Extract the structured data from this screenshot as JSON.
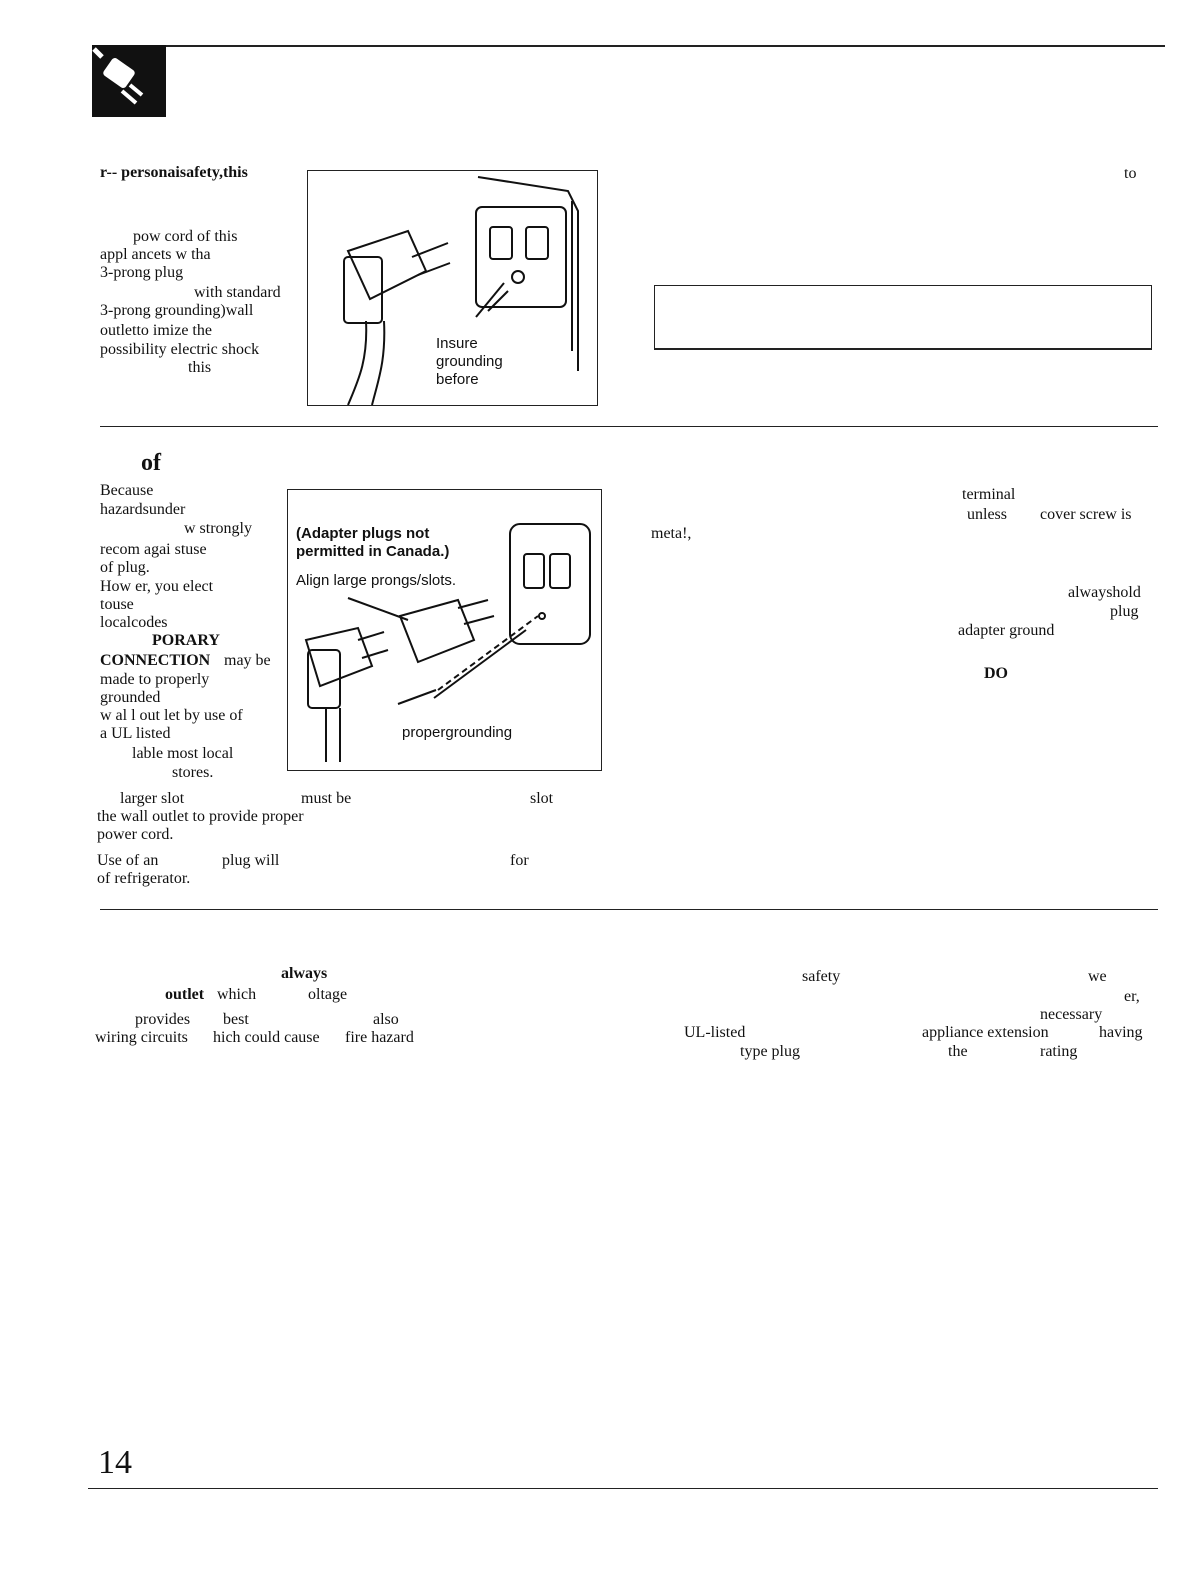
{
  "header": {
    "icon": "plug-icon",
    "rule_color": "#222222"
  },
  "section1": {
    "left_fragments": [
      "r-- personaisafety,this",
      "pow cord of this",
      "appl ancets w tha",
      "3-prong plug",
      "with standard",
      "3-prong grounding)wall",
      "outletto imize the",
      "possibility electric shock",
      "this"
    ],
    "figure_labels": [
      "Insure",
      "grounding",
      "before"
    ],
    "right_fragment": "to"
  },
  "section2": {
    "heading": "of",
    "left_fragments": [
      "Because",
      "hazardsunder",
      "w strongly",
      "recom agai stuse",
      "of plug.",
      "How er, you elect",
      "touse",
      "localcodes",
      "PORARY",
      "CONNECTION",
      "may be",
      "made to properly",
      "grounded",
      "w al l out let by use of",
      "a UL listed",
      "lable most local",
      "stores."
    ],
    "figure_labels": [
      "(Adapter plugs not",
      "permitted in Canada.)",
      "Align large prongs/slots.",
      "propergrounding"
    ],
    "bottom_fragments": [
      "larger slot",
      "must be",
      "slot",
      "the wall outlet to provide proper",
      "power cord.",
      "Use of an",
      "plug will",
      "for",
      "of refrigerator."
    ],
    "right_fragments": [
      "terminal",
      "unless",
      "cover screw is",
      "meta!,",
      "alwayshold",
      "plug",
      "adapter ground",
      "DO"
    ]
  },
  "section3": {
    "left_fragments": [
      "always",
      "outlet",
      "which",
      "oltage",
      "provides",
      "best",
      "also",
      "wiring circuits",
      "hich could cause",
      "fire hazard"
    ],
    "right_fragments": [
      "safety",
      "we",
      "er,",
      "necessary",
      "UL-listed",
      "appliance extension",
      "having",
      "type plug",
      "the",
      "rating"
    ]
  },
  "footer": {
    "page_number": "14"
  }
}
